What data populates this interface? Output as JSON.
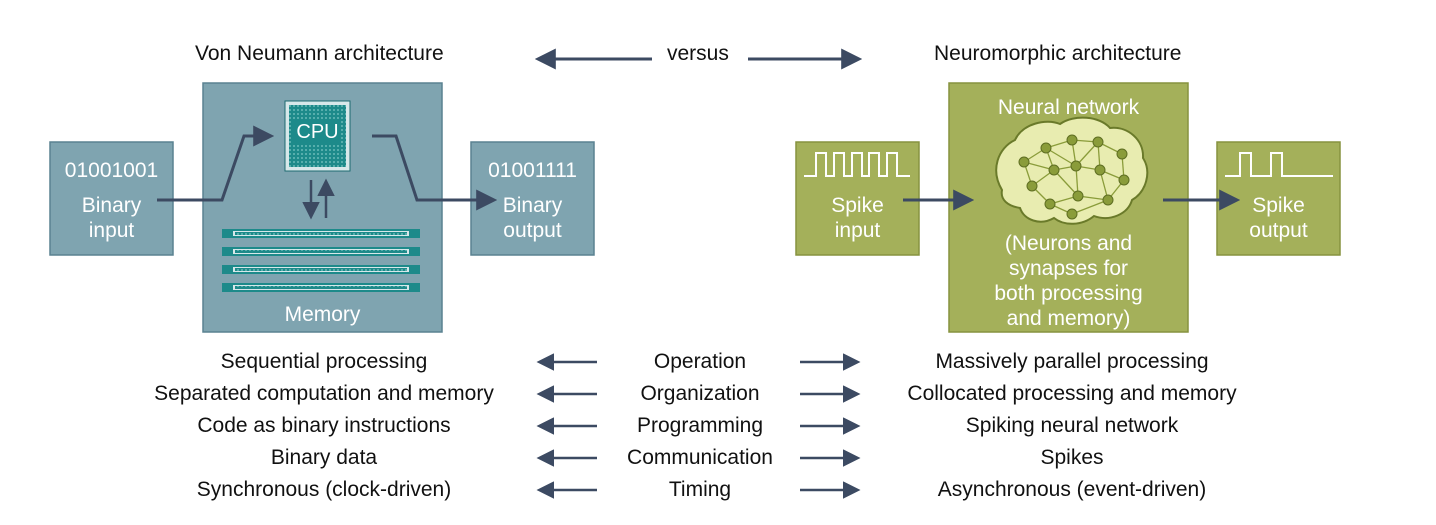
{
  "colors": {
    "von_neumann_box": "#7fa4b0",
    "von_neumann_box_border": "#5a8291",
    "neuromorphic_box": "#a4b05a",
    "neuromorphic_box_border": "#86923f",
    "arrow": "#3c4a62",
    "cpu_chip": "#1d8a8a",
    "memory_module": "#1d8a8a"
  },
  "header": {
    "left_title": "Von Neumann architecture",
    "center_label": "versus",
    "right_title": "Neuromorphic architecture"
  },
  "von_neumann": {
    "input_bits": "01001001",
    "input_label_1": "Binary",
    "input_label_2": "input",
    "cpu_label": "CPU",
    "memory_label": "Memory",
    "output_bits": "01001111",
    "output_label_1": "Binary",
    "output_label_2": "output"
  },
  "neuromorphic": {
    "network_title": "Neural network",
    "input_label_1": "Spike",
    "input_label_2": "input",
    "output_label_1": "Spike",
    "output_label_2": "output",
    "description_lines": [
      "(Neurons and",
      "synapses for",
      "both processing",
      "and memory)"
    ]
  },
  "comparison": [
    {
      "aspect": "Operation",
      "von_neumann": "Sequential processing",
      "neuromorphic": "Massively parallel processing"
    },
    {
      "aspect": "Organization",
      "von_neumann": "Separated computation and memory",
      "neuromorphic": "Collocated processing and memory"
    },
    {
      "aspect": "Programming",
      "von_neumann": "Code as binary instructions",
      "neuromorphic": "Spiking neural network"
    },
    {
      "aspect": "Communication",
      "von_neumann": "Binary data",
      "neuromorphic": "Spikes"
    },
    {
      "aspect": "Timing",
      "von_neumann": "Synchronous (clock-driven)",
      "neuromorphic": "Asynchronous (event-driven)"
    }
  ]
}
